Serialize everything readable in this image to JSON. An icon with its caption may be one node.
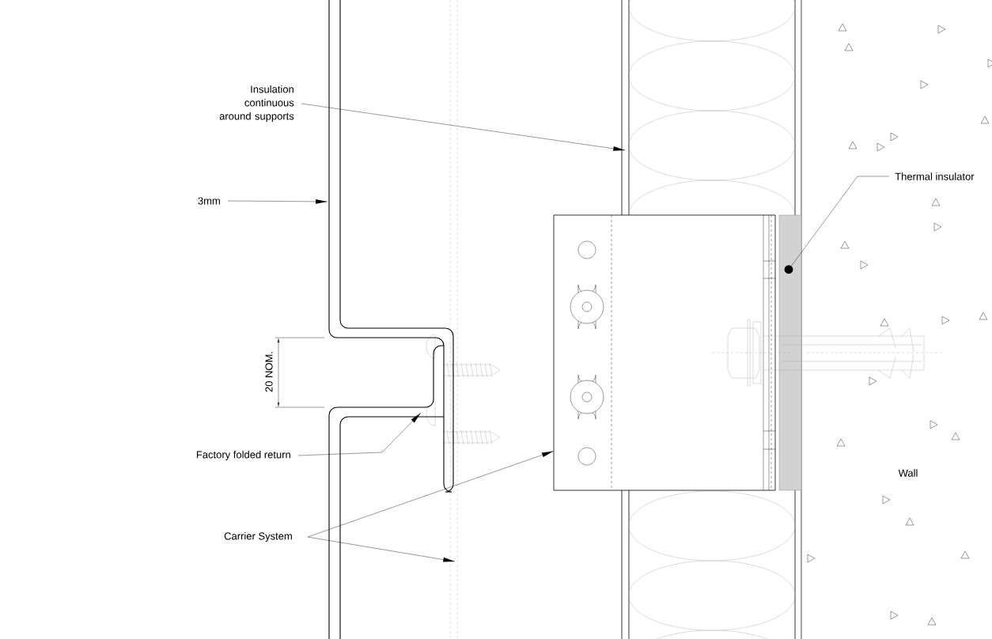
{
  "diagram": {
    "nodes": [
      {
        "text": [
          "Insulation continuous around supports"
        ]
      },
      {
        "text": [
          "3mm"
        ]
      },
      {
        "text": [
          "Factory folded return"
        ]
      },
      {
        "text": [
          "Carrier System"
        ]
      },
      {
        "text": [
          "Thermal insulator"
        ]
      },
      {
        "text": [],
        "shape": "picture"
      },
      {
        "text": [],
        "shape": "box"
      },
      {
        "text": [],
        "shape": "bar"
      }
    ],
    "edges": [
      {
        "from": 0,
        "to": null,
        "arrow": "to"
      },
      {
        "from": 1,
        "to": 5,
        "arrow": "to"
      },
      {
        "from": 2,
        "to": 5,
        "arrow": "to"
      },
      {
        "from": 3,
        "to": 6,
        "arrow": "to"
      },
      {
        "from": 3,
        "to": 5,
        "arrow": "to"
      },
      {
        "from": 4,
        "to": 7,
        "arrow": "other"
      }
    ],
    "labels": [
      "20 NOM.",
      "Wall"
    ]
  }
}
